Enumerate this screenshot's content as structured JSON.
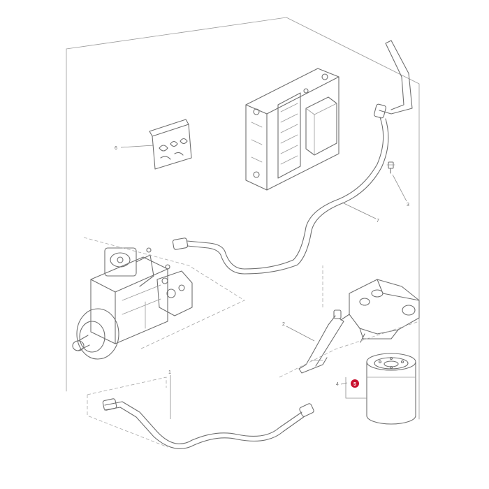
{
  "parts": [
    {
      "id": "part-1",
      "label": "1"
    },
    {
      "id": "part-2",
      "label": "2"
    },
    {
      "id": "part-3",
      "label": "3"
    },
    {
      "id": "part-4",
      "label": "4"
    },
    {
      "id": "part-5",
      "label": "5",
      "highlighted": true
    },
    {
      "id": "part-6",
      "label": "6"
    },
    {
      "id": "part-7",
      "label": "7"
    }
  ],
  "colors": {
    "line": "#6f6f6f",
    "dash": "#a8a8a8",
    "highlight": "#c8102e",
    "background": "#ffffff"
  }
}
